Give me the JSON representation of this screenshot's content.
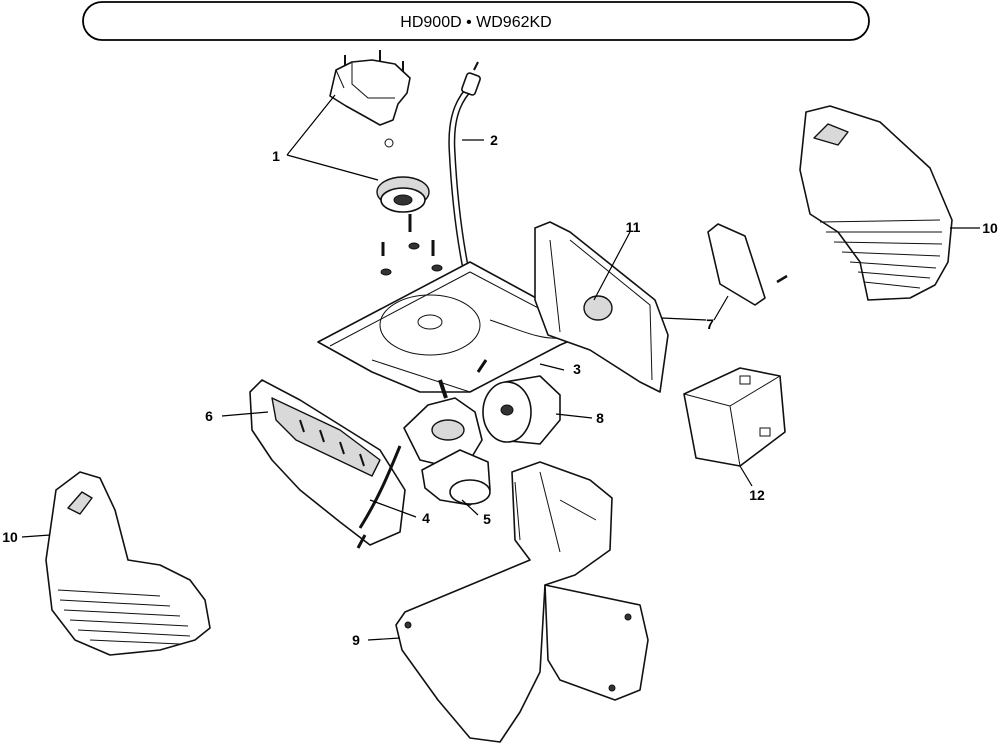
{
  "title": "HD900D • WD962KD",
  "callouts": {
    "c1": "1",
    "c2": "2",
    "c3": "3",
    "c4": "4",
    "c5": "5",
    "c6": "6",
    "c7": "7",
    "c8": "8",
    "c9": "9",
    "c10_right": "10",
    "c10_left": "10",
    "c11": "11",
    "c12": "12"
  }
}
